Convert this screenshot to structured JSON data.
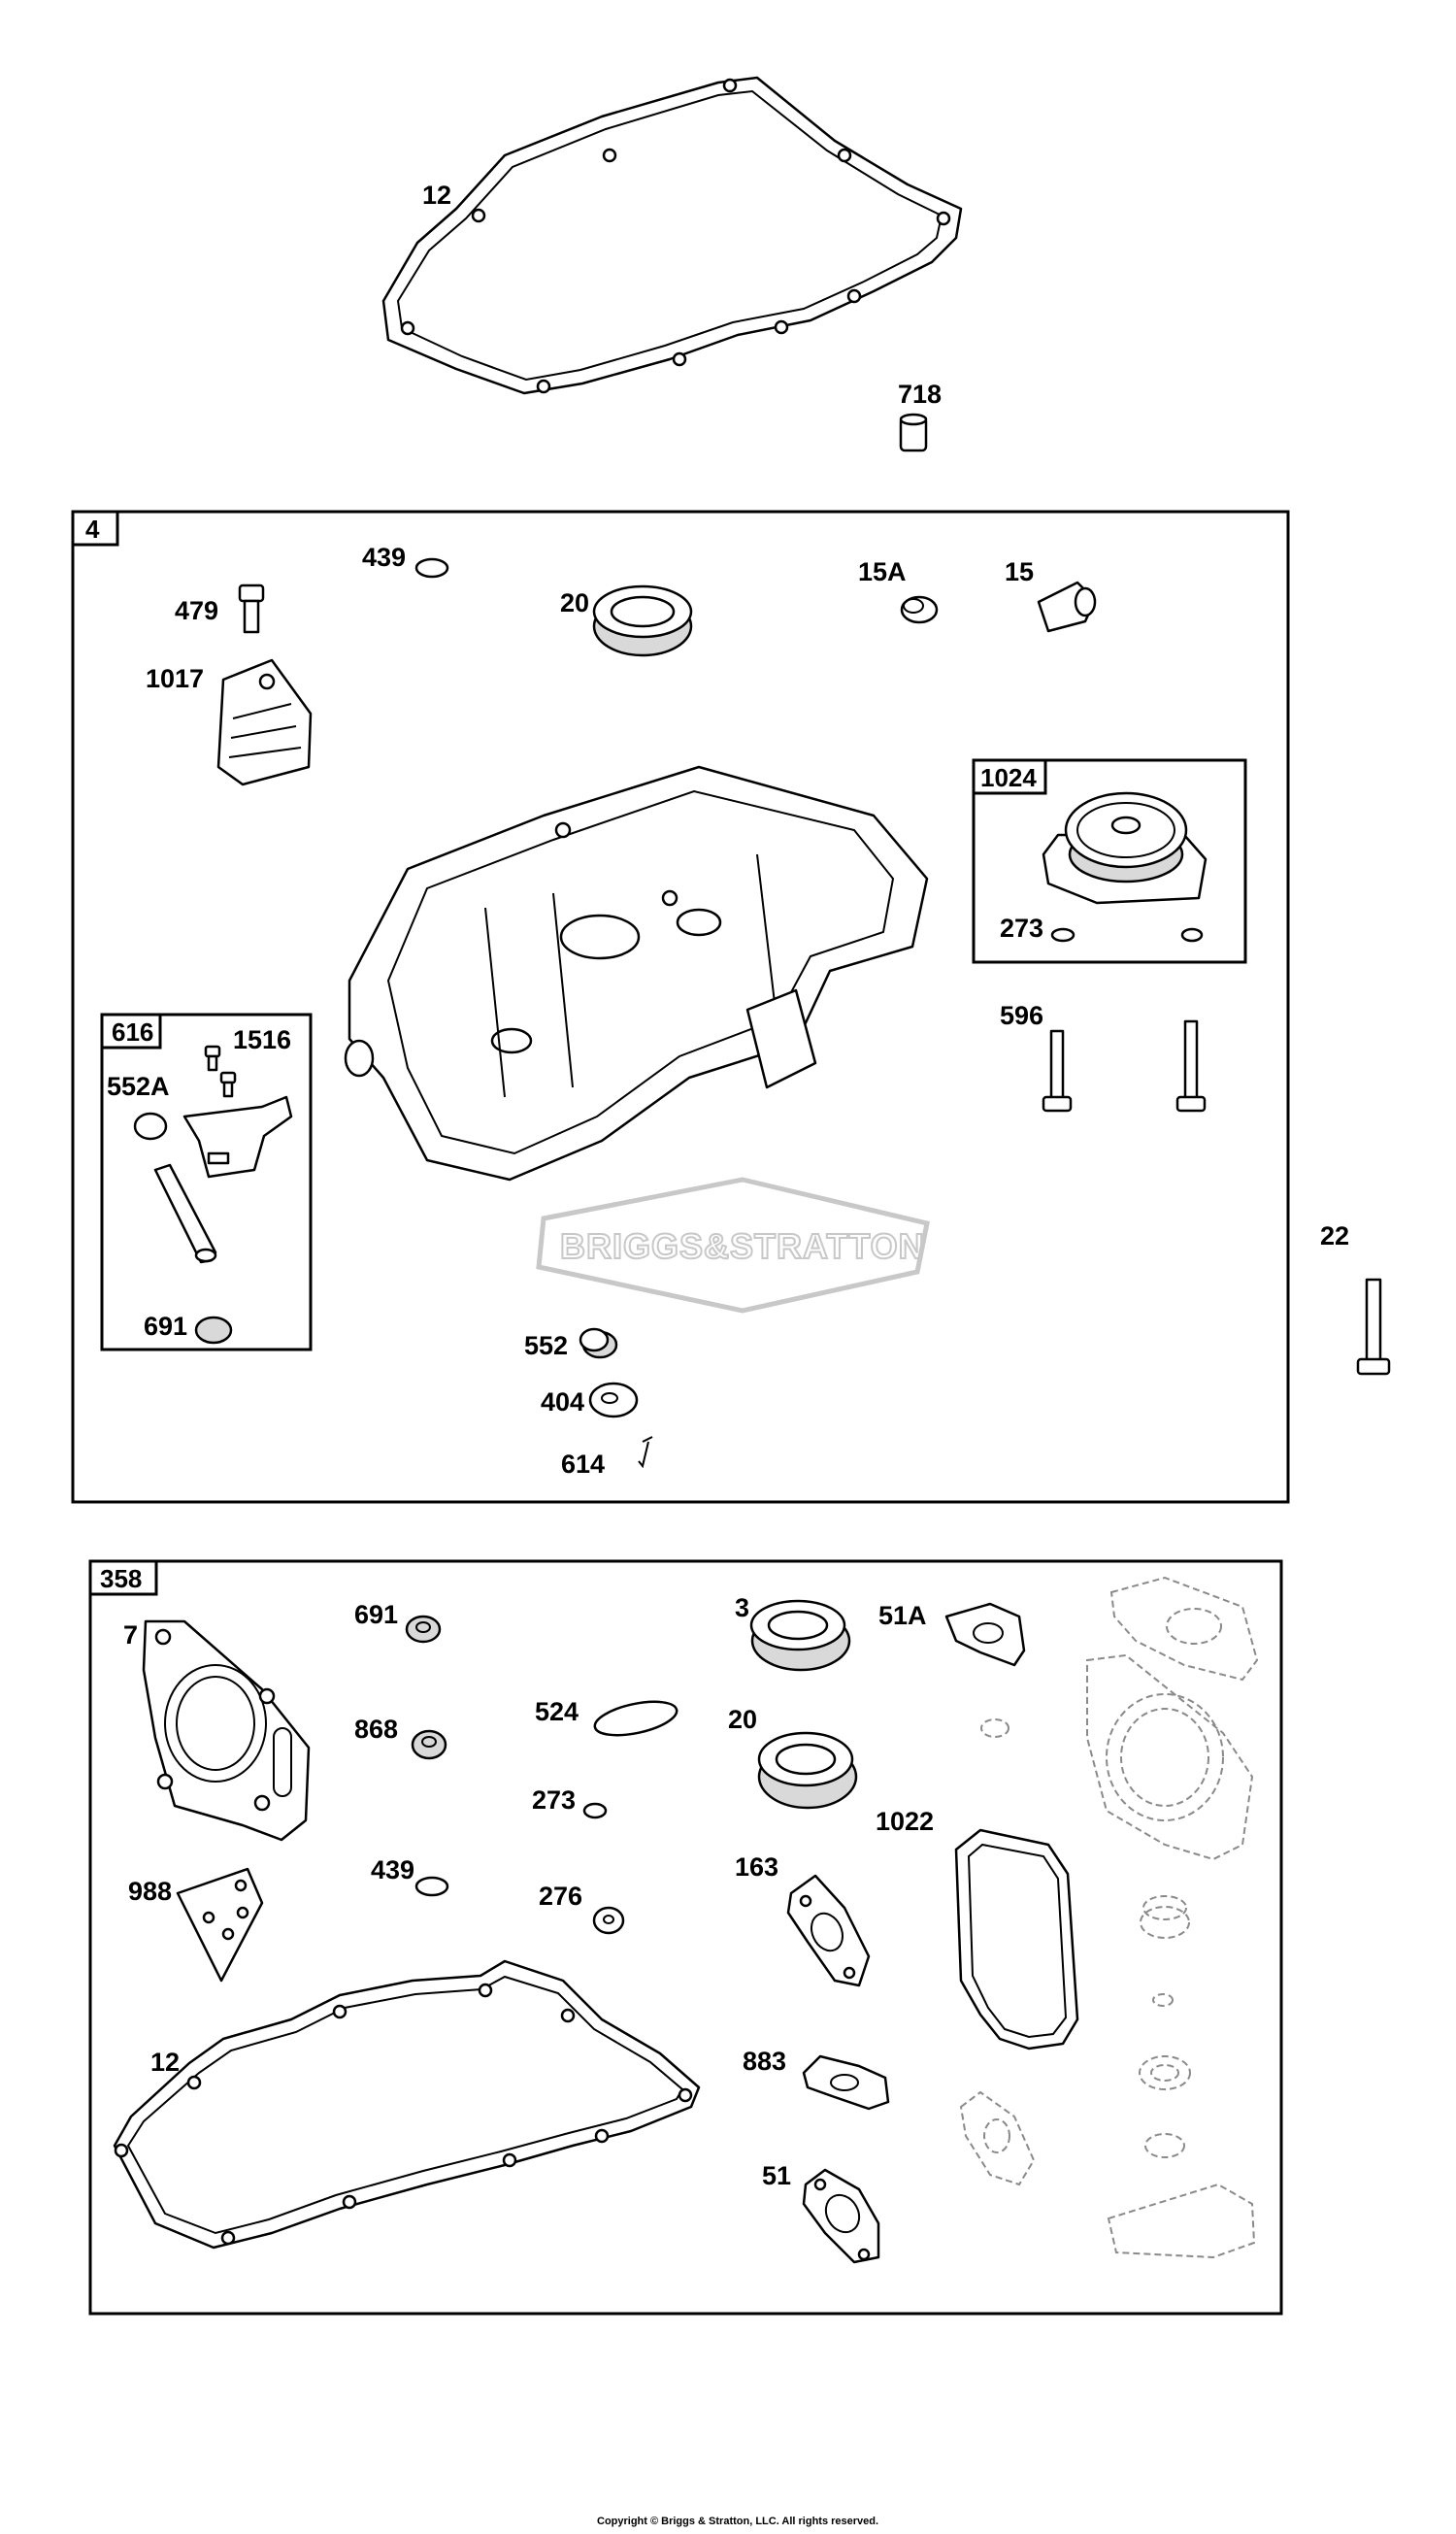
{
  "diagram": {
    "copyright": "Copyright © Briggs & Stratton, LLC. All rights reserved.",
    "watermark": "BRIGGS&STRATTON",
    "groups": {
      "g4": "4",
      "g358": "358",
      "g1024": "1024",
      "g616": "616"
    },
    "labels": {
      "top_12": "12",
      "top_718": "718",
      "a_439": "439",
      "a_479": "479",
      "a_20": "20",
      "a_15A": "15A",
      "a_15": "15",
      "a_1017": "1017",
      "a_273": "273",
      "a_596": "596",
      "a_1516": "1516",
      "a_552A": "552A",
      "a_691": "691",
      "a_552": "552",
      "a_404": "404",
      "a_614": "614",
      "out_22": "22",
      "b_7": "7",
      "b_691": "691",
      "b_868": "868",
      "b_988": "988",
      "b_439": "439",
      "b_524": "524",
      "b_273": "273",
      "b_276": "276",
      "b_3": "3",
      "b_20": "20",
      "b_51A": "51A",
      "b_1022": "1022",
      "b_163": "163",
      "b_883": "883",
      "b_51": "51",
      "b_12": "12"
    }
  }
}
